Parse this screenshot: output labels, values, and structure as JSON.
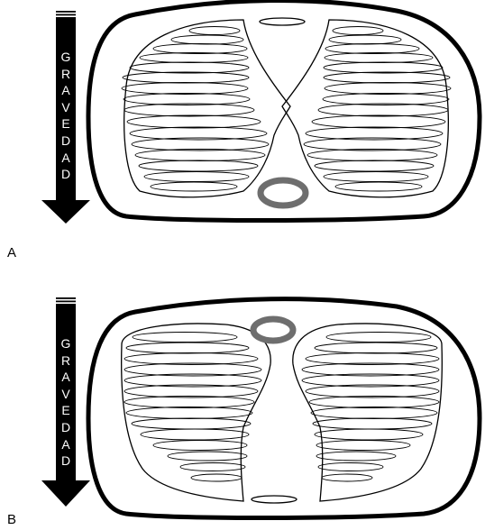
{
  "panels": [
    {
      "letter": "A",
      "gravity_label": "GRAVEDAD"
    },
    {
      "letter": "B",
      "gravity_label": "GRAVEDAD"
    }
  ],
  "colors": {
    "outline": "#000000",
    "ring": "#6e6e6e",
    "background": "#ffffff"
  }
}
